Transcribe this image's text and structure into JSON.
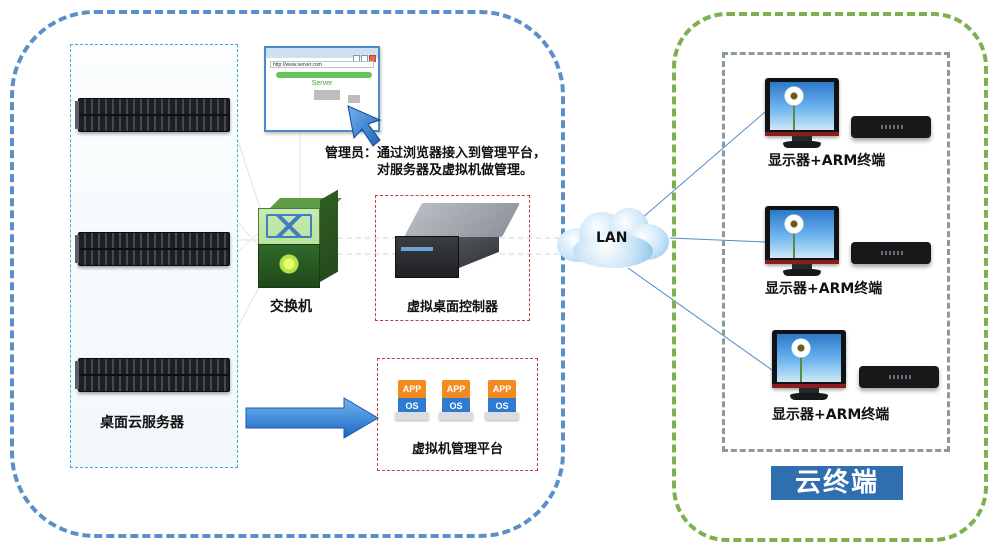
{
  "left_region": {
    "server_group_label": "桌面云服务器",
    "switch_label": "交换机",
    "controller_label": "虚拟桌面控制器",
    "vm_platform_label": "虚拟机管理平台",
    "vm_icons": [
      {
        "top": "APP",
        "bottom": "OS"
      },
      {
        "top": "APP",
        "bottom": "OS"
      },
      {
        "top": "APP",
        "bottom": "OS"
      }
    ],
    "admin": {
      "line1": "管理员：通过浏览器接入到管理平台，",
      "line2": "对服务器及虚拟机做管理。"
    },
    "browser": {
      "url": "http://www.server.com",
      "heading": "Server"
    }
  },
  "network": {
    "cloud_label": "LAN"
  },
  "right_region": {
    "title": "云终端",
    "terminals": [
      {
        "label": "显示器+ARM终端"
      },
      {
        "label": "显示器+ARM终端"
      },
      {
        "label": "显示器+ARM终端"
      }
    ]
  },
  "colors": {
    "left_border": "#5b8fc9",
    "right_border": "#7db04f",
    "inner_border": "#8c9a9a",
    "server_panel_border": "#3bb3c9",
    "red_dash": "#c93a3a",
    "title_bg": "#2f6fb0",
    "arrow_blue": "#2f7fd6"
  }
}
